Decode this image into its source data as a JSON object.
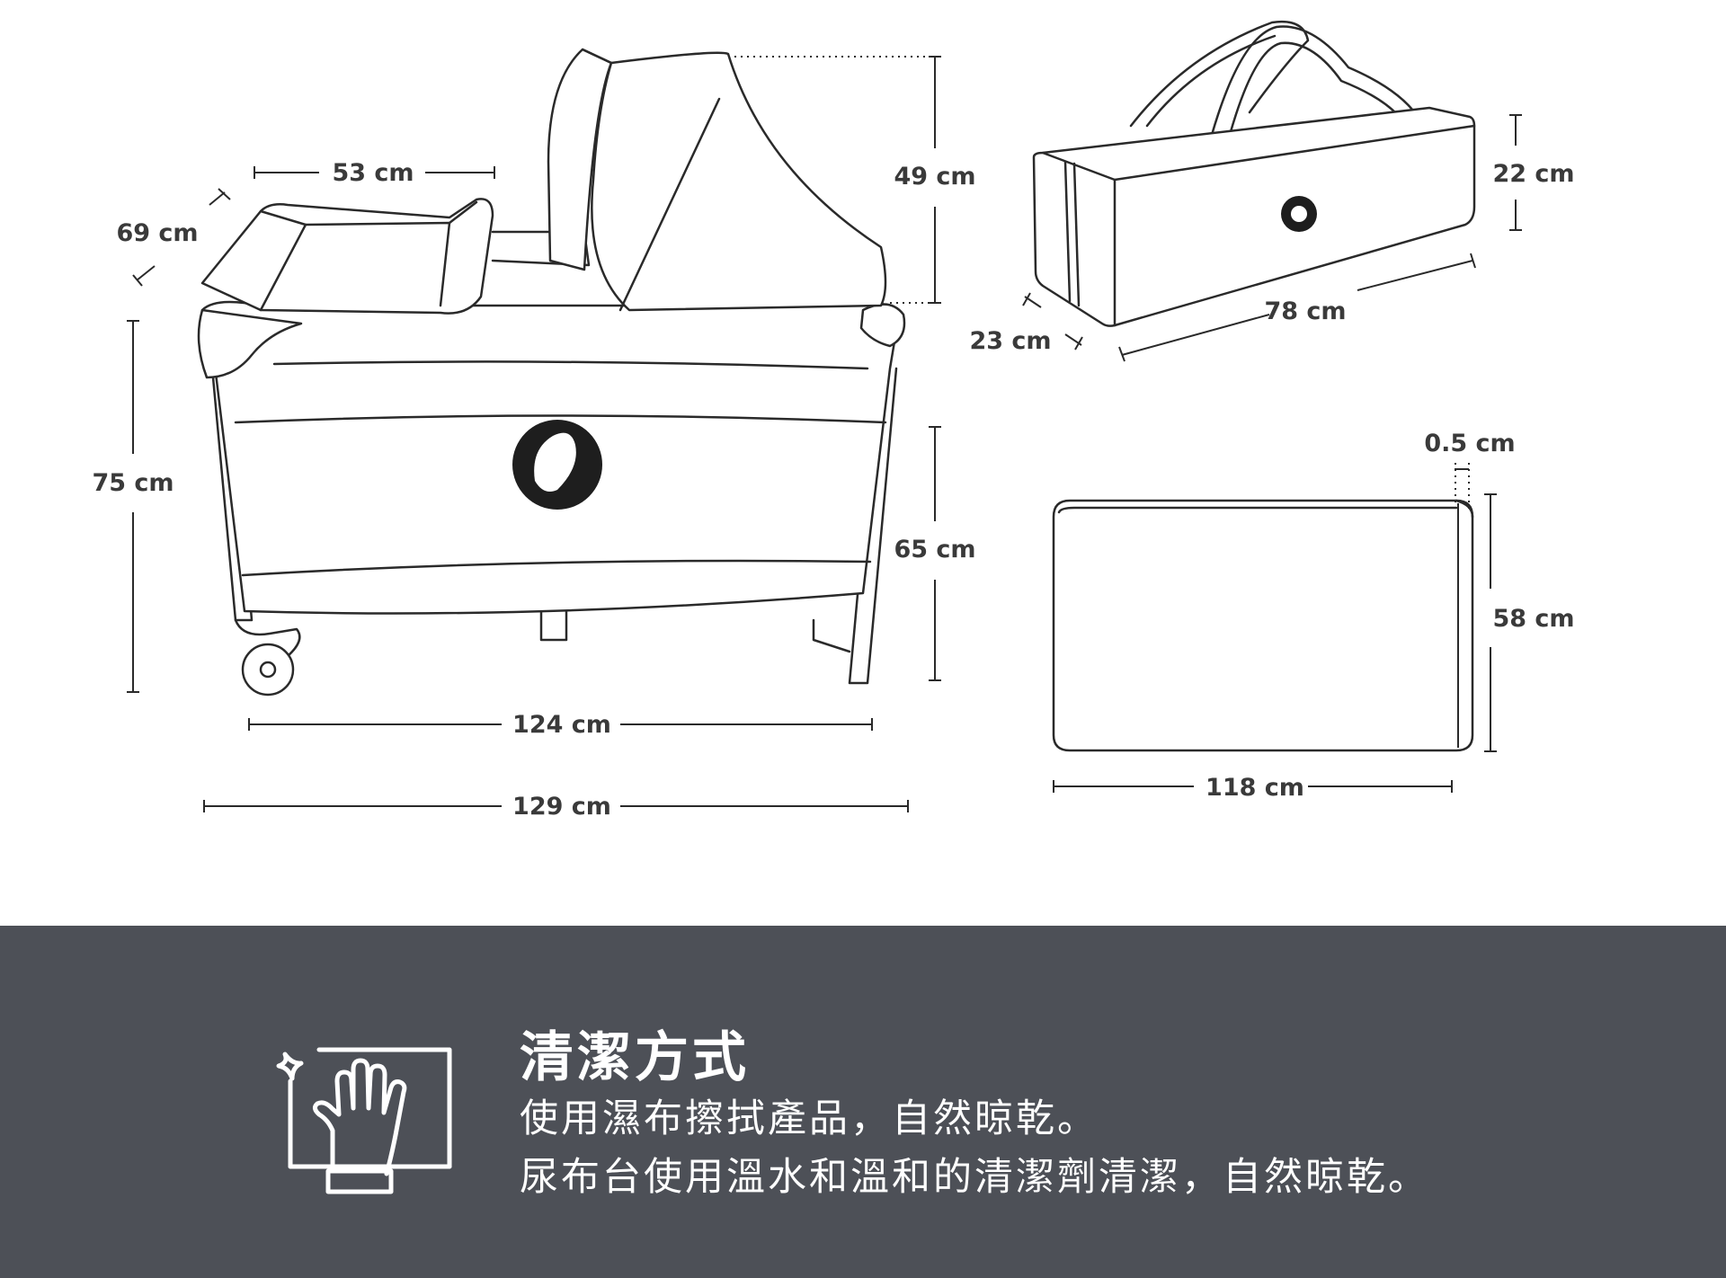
{
  "dimensions": {
    "changer_width": "53 cm",
    "changer_depth": "69 cm",
    "canopy_height": "49 cm",
    "total_height": "75 cm",
    "side_height": "65 cm",
    "inner_length": "124 cm",
    "outer_length": "129 cm",
    "bag_height": "22 cm",
    "bag_length": "78 cm",
    "bag_depth": "23 cm",
    "mattress_thickness": "0.5 cm",
    "mattress_width": "58 cm",
    "mattress_length": "118 cm"
  },
  "care": {
    "title": "清潔方式",
    "line1": "使用濕布擦拭產品，自然晾乾。",
    "line2": "尿布台使用溫水和溫和的清潔劑清潔，自然晾乾。",
    "icon": "wipe-hand-icon",
    "background": "#4d5057"
  }
}
